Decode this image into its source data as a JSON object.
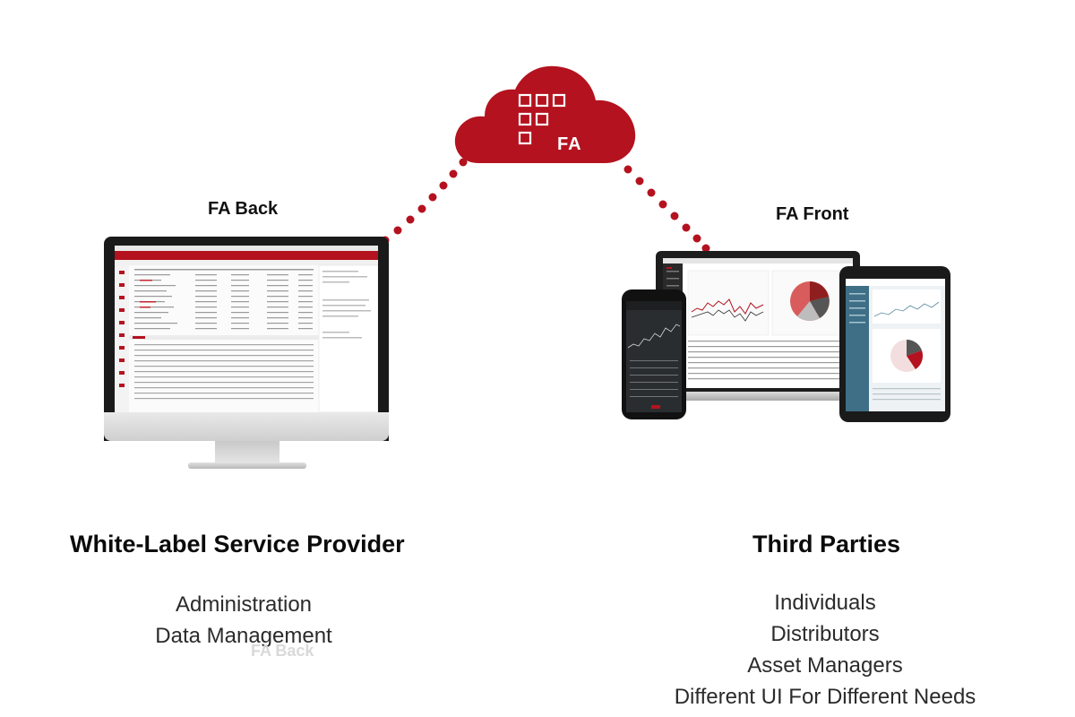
{
  "cloud": {
    "logo_text": "FA",
    "color": "#b4121f"
  },
  "left": {
    "device_label": "FA Back",
    "title": "White-Label Service Provider",
    "items": [
      "Administration",
      "Data Management"
    ]
  },
  "right": {
    "device_label": "FA Front",
    "title": "Third Parties",
    "items": [
      "Individuals",
      "Distributors",
      "Asset Managers",
      "Different UI For Different Needs"
    ]
  },
  "ghost_text": "FA Back",
  "colors": {
    "accent": "#b4121f",
    "text": "#111111",
    "subtext": "#2b2b2b"
  },
  "icons": {
    "devices": [
      "imac-icon",
      "laptop-icon",
      "tablet-icon",
      "phone-icon"
    ]
  }
}
